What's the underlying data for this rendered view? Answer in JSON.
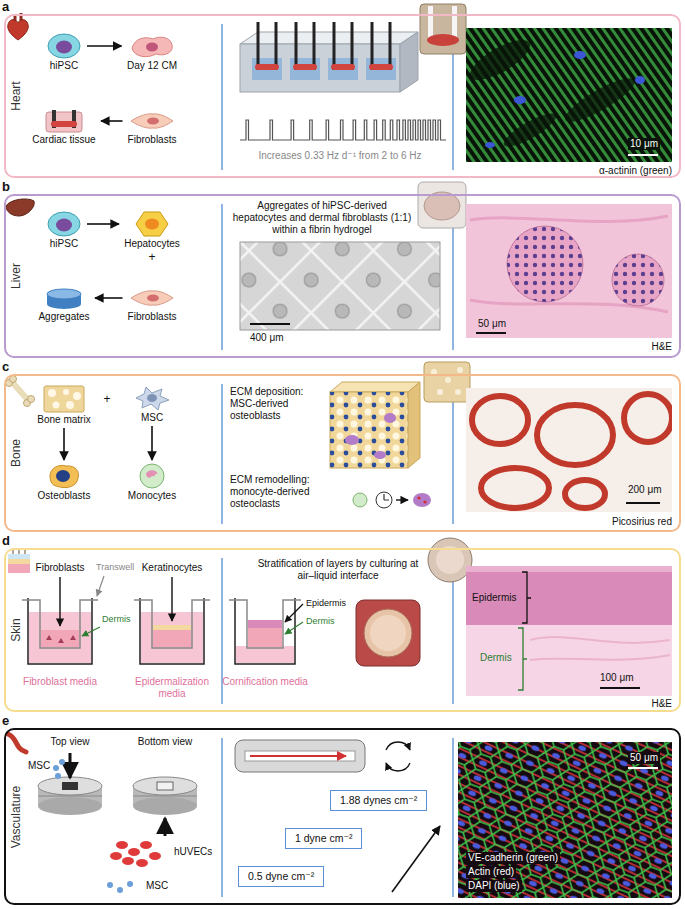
{
  "diagram": {
    "nodes": [
      {
        "text": [
          "a",
          "Heart"
        ]
      },
      {
        "text": [
          "hiPSC"
        ],
        "in": 0
      },
      {
        "text": [
          "Day 12 CM"
        ],
        "in": 0
      },
      {
        "text": [
          "Fibroblasts"
        ],
        "in": 0
      },
      {
        "text": [
          "Cardiac tissue"
        ],
        "in": 0
      },
      {
        "text": [
          "b",
          "Liver"
        ]
      },
      {
        "text": [
          "hiPSC"
        ],
        "in": 5
      },
      {
        "text": [
          "Hepatocytes"
        ],
        "in": 5
      },
      {
        "text": [
          "Fibroblasts"
        ],
        "in": 5
      },
      {
        "text": [
          "Aggregates"
        ],
        "in": 5
      },
      {
        "text": [
          "c",
          "Bone"
        ]
      },
      {
        "text": [
          "Bone matrix"
        ],
        "in": 10
      },
      {
        "text": [
          "MSC"
        ],
        "in": 10
      },
      {
        "text": [
          "Osteoblasts"
        ],
        "in": 10
      },
      {
        "text": [
          "Monocytes"
        ],
        "in": 10
      },
      {
        "text": [
          "d",
          "Skin"
        ]
      },
      {
        "text": [
          "e",
          "Vasculature"
        ]
      },
      {
        "text": [
          "1.88 dynes cm⁻²"
        ],
        "in": 16
      },
      {
        "text": [
          "1 dyne cm⁻²"
        ],
        "in": 16
      },
      {
        "text": [
          "0.5 dyne cm⁻²"
        ],
        "in": 16
      }
    ],
    "edges": [
      {
        "from": 1,
        "to": 2,
        "arrow": "to"
      },
      {
        "from": 3,
        "to": 4,
        "arrow": "to"
      },
      {
        "from": 6,
        "to": 7,
        "arrow": "to"
      },
      {
        "from": 8,
        "to": 9,
        "arrow": "to"
      },
      {
        "from": 11,
        "to": 13,
        "arrow": "to"
      },
      {
        "from": 12,
        "to": 14,
        "arrow": "to"
      }
    ],
    "labels": [
      "Increases 0.33 Hz d⁻¹ from 2 to 6 Hz",
      "10 μm",
      "α-actinin (green)",
      "+",
      "Aggregates of hiPSC-derived hepatocytes and dermal fibroblasts (1:1) within a fibrin hydrogel",
      "400 μm",
      "50 μm",
      "H&E",
      "+",
      "ECM deposition: MSC-derived osteoblasts",
      "ECM remodelling: monocyte-derived osteoclasts",
      "200 μm",
      "Picosirius red",
      "Fibroblasts",
      "Transwell",
      "Dermis",
      "Fibroblast media",
      "Keratinocytes",
      "Epidermalization media",
      "Epidermis",
      "Dermis",
      "Stratification of layers by culturing at air–liquid interface",
      "Cornification media",
      "Epidermis",
      "Dermis",
      "100 μm",
      "H&E",
      "Top view",
      "Bottom view",
      "MSC",
      "hUVECs",
      "MSC",
      "VE-cadherin (green)",
      "Actin (red)",
      "DAPI (blue)",
      "50 μm"
    ]
  }
}
